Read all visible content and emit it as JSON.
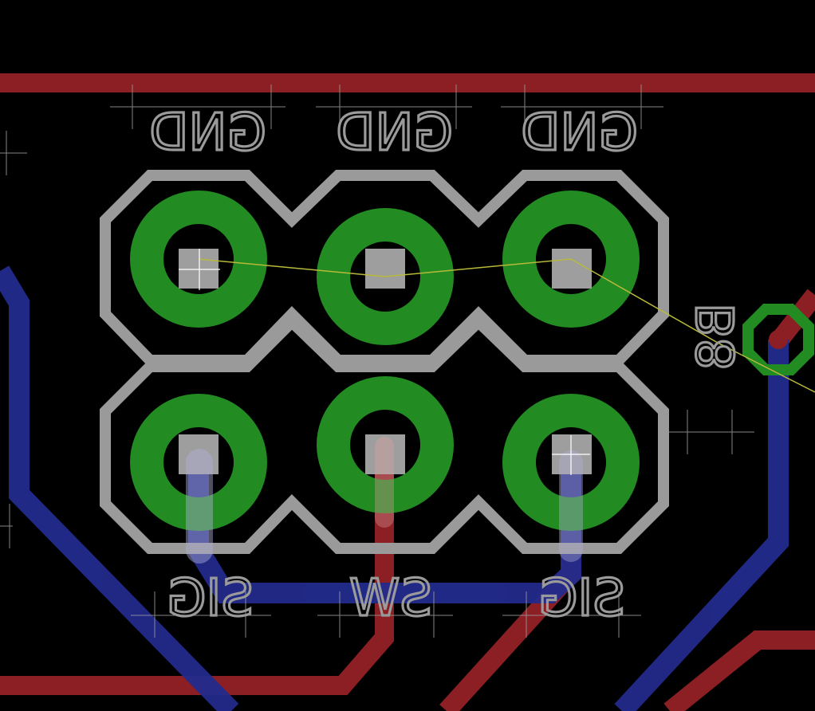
{
  "labels": {
    "top_left": "GND",
    "top_middle": "GND",
    "top_right": "GND",
    "bottom_left": "SIG",
    "bottom_middle": "SW",
    "bottom_right": "SIG",
    "designator": "B8"
  },
  "colors": {
    "background": "#000000",
    "top_copper": "#8b1f24",
    "bottom_copper": "#222b8c",
    "silkscreen": "#9a9a9a",
    "pad_ring": "#228b22",
    "drill": "#9e9e9e",
    "airwire": "#b9b93a",
    "origin_cross": "#ffffff"
  }
}
